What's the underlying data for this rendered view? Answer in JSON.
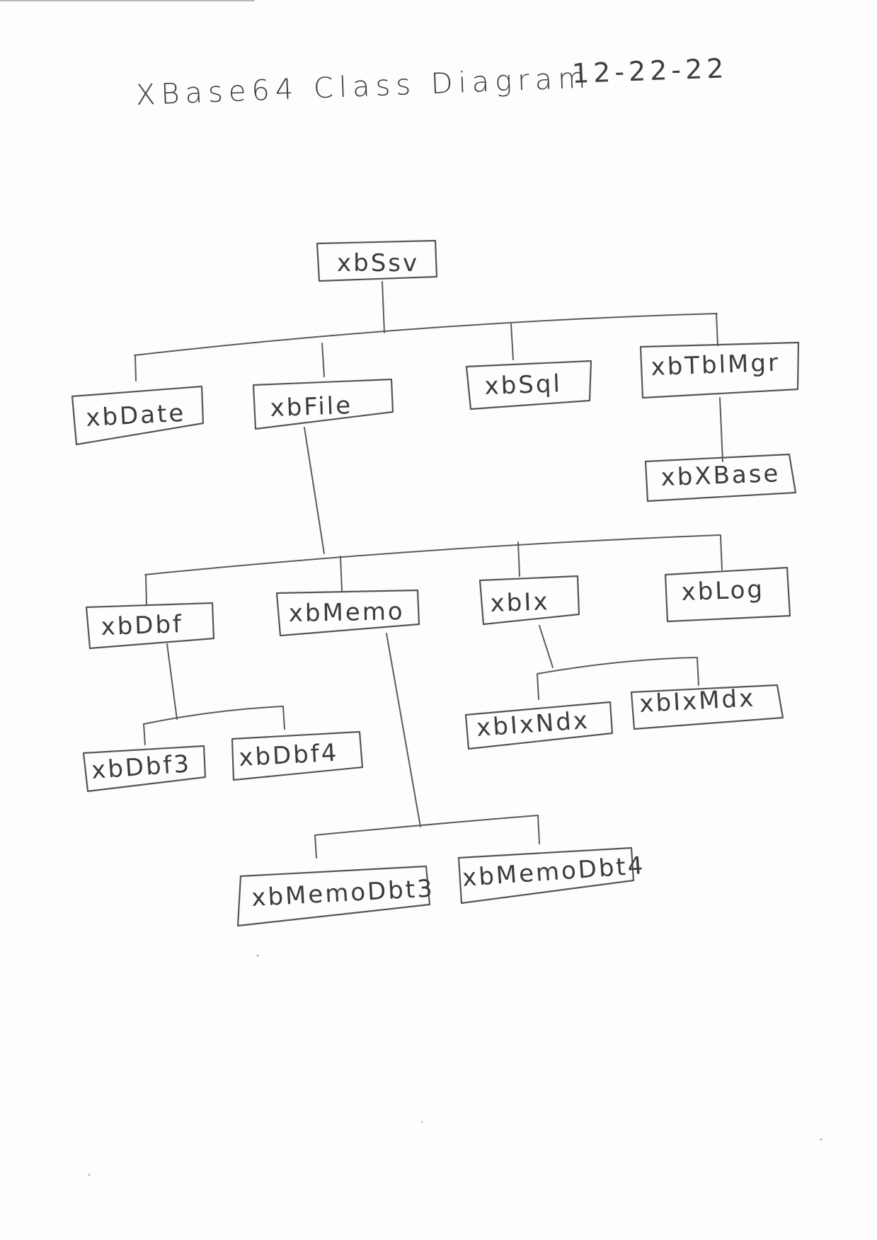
{
  "title": "XBase64 Class Diagram",
  "date": "12-22-22",
  "classes": {
    "xbSsv": "xbSsv",
    "xbDate": "xbDate",
    "xbFile": "xbFile",
    "xbSql": "xbSql",
    "xbTblMgr": "xbTblMgr",
    "xbXBase": "xbXBase",
    "xbDbf": "xbDbf",
    "xbMemo": "xbMemo",
    "xbIx": "xbIx",
    "xbLog": "xbLog",
    "xbDbf3": "xbDbf3",
    "xbDbf4": "xbDbf4",
    "xbIxNdx": "xbIxNdx",
    "xbIxMdx": "xbIxMdx",
    "xbMemoDbt3": "xbMemoDbt3",
    "xbMemoDbt4": "xbMemoDbt4"
  },
  "colors": {
    "ink": "#3c3c3c",
    "paper": "#fdfdfd"
  }
}
